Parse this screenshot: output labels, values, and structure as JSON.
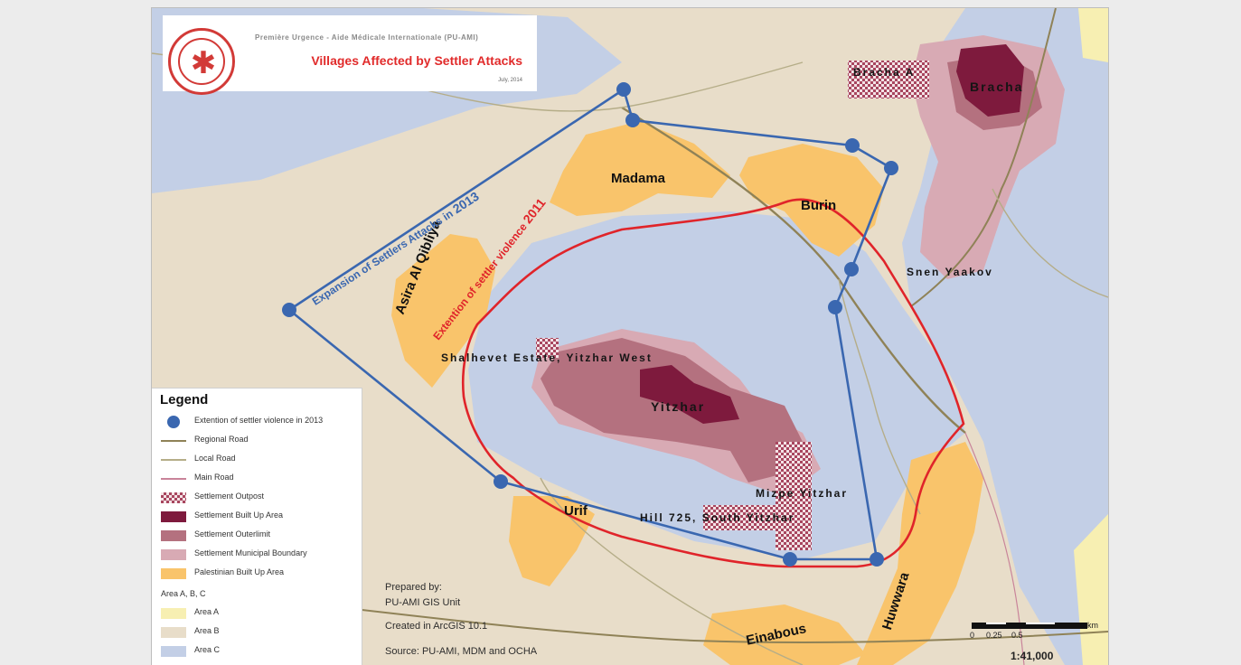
{
  "title_box": {
    "org": "Première Urgence - Aide Médicale Internationale (PU-AMI)",
    "title": "Villages Affected by Settler Attacks",
    "date": "July, 2014"
  },
  "map": {
    "villages": [
      "Madama",
      "Burin",
      "Asira Al Qibliya",
      "Urif",
      "Einabous",
      "Huwwara"
    ],
    "settlements": [
      "Bracha",
      "Bracha A",
      "Snen Yaakov",
      "Shalhevet Estate, Yitzhar West",
      "Yitzhar",
      "Mizpe Yitzhar",
      "Hill 725, South Yitzhar"
    ],
    "annotations": {
      "expansion_2013_prefix": "Expansion of Settlers Attacks in",
      "expansion_2013_year": "2013",
      "extension_2011_prefix": "Extention of settler violence",
      "extension_2011_year": "2011"
    },
    "colors": {
      "area_b": "#e8ddc9",
      "area_c": "#c3cfe6",
      "area_a": "#f7efb2",
      "palestinian_built_up": "#f9c46b",
      "settlement_municipal": "#d8aab4",
      "settlement_outerlimit": "#b4717f",
      "settlement_built_up": "#7e1a3d",
      "violence_2013": "#3a67b0",
      "violence_2011": "#e0242a",
      "regional_road": "#8f8257",
      "local_road": "#b5ad88"
    }
  },
  "legend": {
    "title": "Legend",
    "items": [
      {
        "label": "Extention of settler violence in 2013",
        "symbol": "dot"
      },
      {
        "label": "Regional Road",
        "symbol": "line-regional"
      },
      {
        "label": "Local Road",
        "symbol": "line-local"
      },
      {
        "label": "Main Road",
        "symbol": "line-main"
      },
      {
        "label": "Settlement Outpost",
        "symbol": "checker"
      },
      {
        "label": "Settlement Built Up Area",
        "symbol": "built-up"
      },
      {
        "label": "Settlement Outerlimit",
        "symbol": "outerlimit"
      },
      {
        "label": "Settlement Municipal Boundary",
        "symbol": "municipal"
      },
      {
        "label": "Palestinian Built Up Area",
        "symbol": "palestinian"
      }
    ],
    "areas_heading": "Area A, B, C",
    "areas": [
      {
        "label": "Area A"
      },
      {
        "label": "Area B"
      },
      {
        "label": "Area C"
      }
    ]
  },
  "credits": {
    "prepared_by": "Prepared by:",
    "unit": "PU-AMI GIS Unit",
    "software": "Created in ArcGIS 10.1",
    "source": "Source: PU-AMI, MDM and OCHA"
  },
  "scale": {
    "ticks": [
      "0",
      "0.25",
      "0.5"
    ],
    "unit": "km",
    "ratio": "1:41,000"
  }
}
